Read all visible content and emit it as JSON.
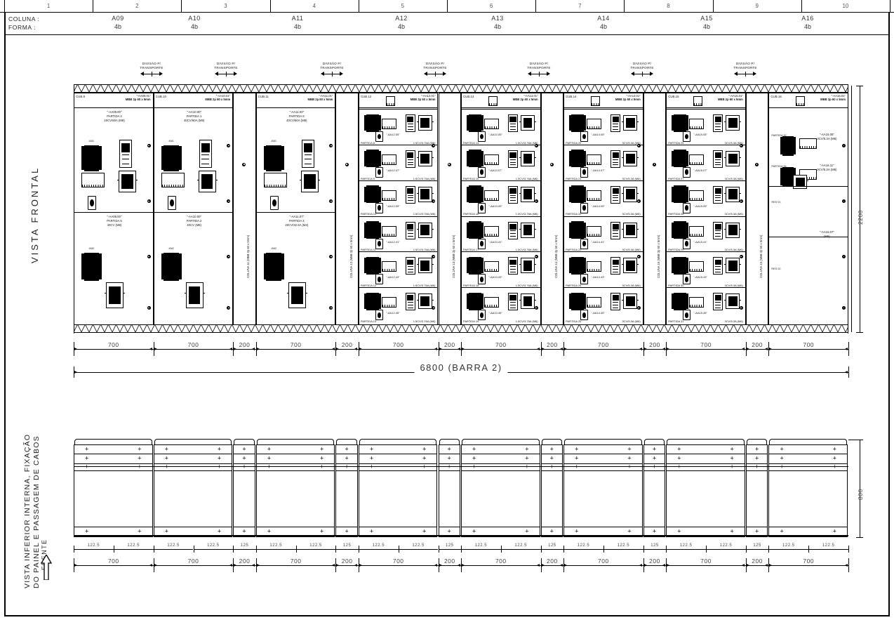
{
  "sheet": {
    "ruler_numbers": [
      "1",
      "2",
      "3",
      "4",
      "5",
      "6",
      "7",
      "8",
      "9",
      "10"
    ],
    "header": {
      "label_coluna": "COLUNA :",
      "label_forma": "FORMA  :",
      "columns": [
        {
          "name": "A09",
          "form": "4b"
        },
        {
          "name": "A10",
          "form": "4b"
        },
        {
          "name": "A11",
          "form": "4b"
        },
        {
          "name": "A12",
          "form": "4b"
        },
        {
          "name": "A13",
          "form": "4b"
        },
        {
          "name": "A14",
          "form": "4b"
        },
        {
          "name": "A15",
          "form": "4b"
        },
        {
          "name": "A16",
          "form": "4b"
        }
      ]
    },
    "views": {
      "front_title": "VISTA FRONTAL",
      "bottom_title_line1": "VISTA INFERIOR INTERNA, FIXAÇÃO",
      "bottom_title_line2": "DO PAINEL E PASSAGEM DE CABOS",
      "front_arrow_label": "FRENTE"
    },
    "division_marker": {
      "line1": "DIVISÃO P/",
      "line2": "TRANSPORTE",
      "count": 7
    },
    "elevation": {
      "height_dim": "2200",
      "overall_dim": "6800 (BARRA 2)",
      "busbar_text": "MBB 2p 60 x 5mm",
      "bays": [
        {
          "cub": "CUB.9",
          "tag": "-AA09.01",
          "width_mm": "700",
          "type": "wide",
          "sections": [
            {
              "tag": "-AA09.00",
              "name": "PARTIDA 4",
              "power": "40CV/60A (M8)"
            },
            {
              "tag": "-AA09.00",
              "name": "PARTIDA 5",
              "power": "40CV (M8)"
            }
          ]
        },
        {
          "cub": "CUB.10",
          "tag": "-AA10.01",
          "width_mm": "700",
          "type": "wide",
          "sections": [
            {
              "tag": "-AA10.00",
              "name": "PARTIDA 1",
              "power": "40CV/60A (M8)"
            },
            {
              "tag": "-AA10.00",
              "name": "PARTIDA 2",
              "power": "40CV (M8)"
            }
          ]
        },
        {
          "cub": "",
          "tag": "",
          "width_mm": "200",
          "type": "narrow",
          "vtext": "COLUNA 11 (MBB 2p 60 x 5mm)"
        },
        {
          "cub": "CUB.11",
          "tag": "-AA11.01",
          "width_mm": "700",
          "type": "wide",
          "sections": [
            {
              "tag": "-AA11.00",
              "name": "PARTIDA 6",
              "power": "40CV/60A (M8)"
            },
            {
              "tag": "-AA11.07",
              "name": "PARTIDA 3",
              "power": "20CV/32.6A (M2)"
            }
          ]
        },
        {
          "cub": "",
          "tag": "",
          "width_mm": "200",
          "type": "narrow",
          "vtext": "COLUNA 12 (MBB 2p 60 x 5mm)"
        },
        {
          "cub": "CUB.12",
          "tag": "-AA12.01",
          "width_mm": "700",
          "type": "starters",
          "power": "1.5CV/3.76A (M6)",
          "modules": [
            {
              "name": "PARTIDA 8",
              "tag": "-AA12.05"
            },
            {
              "name": "PARTIDA 9",
              "tag": "-AA12.07"
            },
            {
              "name": "PARTIDA 10",
              "tag": "-AA12.09"
            },
            {
              "name": "PARTIDA 11",
              "tag": "-AA12.41"
            },
            {
              "name": "PARTIDA 12",
              "tag": "-AA12.43"
            },
            {
              "name": "PARTIDA 13",
              "tag": "-AA12.45"
            }
          ]
        },
        {
          "cub": "",
          "tag": "",
          "width_mm": "200",
          "type": "narrow",
          "vtext": "COLUNA 13 (MBB 2p 60 x 5mm)"
        },
        {
          "cub": "CUB.13",
          "tag": "-AA13.01",
          "width_mm": "700",
          "type": "starters",
          "power": "1.5CV/3.76A (M6)",
          "modules": [
            {
              "name": "PARTIDA 14",
              "tag": "-AA13.05"
            },
            {
              "name": "PARTIDA 15",
              "tag": "-AA13.07"
            },
            {
              "name": "PARTIDA 16",
              "tag": "-AA13.09"
            },
            {
              "name": "PARTIDA 17",
              "tag": "-AA13.41"
            },
            {
              "name": "PARTIDA 18",
              "tag": "-AA13.43"
            },
            {
              "name": "PARTIDA 19",
              "tag": "-AA13.45"
            }
          ]
        },
        {
          "cub": "",
          "tag": "",
          "width_mm": "200",
          "type": "narrow",
          "vtext": "COLUNA 14 (MBB 2p 60 x 5mm)"
        },
        {
          "cub": "CUB.14",
          "tag": "-AA14.01",
          "width_mm": "700",
          "type": "starters",
          "power": "3CV/5.3A (M6)",
          "modules": [
            {
              "name": "PARTIDA 20",
              "tag": "-AA14.05"
            },
            {
              "name": "PARTIDA 21",
              "tag": "-AA14.07"
            },
            {
              "name": "PARTIDA 22",
              "tag": "-AA14.09"
            },
            {
              "name": "PARTIDA 23",
              "tag": "-AA14.41"
            },
            {
              "name": "PARTIDA 24",
              "tag": "-AA14.43"
            },
            {
              "name": "PARTIDA 25",
              "tag": "-AA14.45"
            }
          ]
        },
        {
          "cub": "",
          "tag": "",
          "width_mm": "200",
          "type": "narrow",
          "vtext": "COLUNA 15 (MBB 2p 60 x 5mm)"
        },
        {
          "cub": "CUB.15",
          "tag": "-AA15.01",
          "width_mm": "700",
          "type": "starters",
          "power": "3CV/5.3A (M6)",
          "modules": [
            {
              "name": "PARTIDA 26",
              "tag": "-AA15.05"
            },
            {
              "name": "PARTIDA 27",
              "tag": "-AA15.07"
            },
            {
              "name": "PARTIDA 28",
              "tag": "-AA15.09"
            },
            {
              "name": "PARTIDA 29",
              "tag": "-AA15.41"
            },
            {
              "name": "PARTIDA 30",
              "tag": "-AA15.43"
            },
            {
              "name": "PARTIDA 31",
              "tag": "-AA15.45"
            }
          ]
        },
        {
          "cub": "",
          "tag": "",
          "width_mm": "200",
          "type": "narrow",
          "vtext": "COLUNA 16 (MBB 2p 60 x 5mm)"
        },
        {
          "cub": "CUB.16",
          "tag": "-AA16.01",
          "width_mm": "700",
          "type": "mixed",
          "sections": [
            {
              "tag": "-AA16.05",
              "name": "PARTIDA 32",
              "power": "3CV/5.3A (M6)"
            },
            {
              "tag": "-AA16.11",
              "name": "PARTIDA 34",
              "power": "3CV/5.3A (M6)"
            },
            {
              "tag": "",
              "name": "RES 01",
              "power": ""
            },
            {
              "tag": "-AA16.07",
              "name": "",
              "power": "(M6)"
            },
            {
              "tag": "",
              "name": "RES 02",
              "power": ""
            }
          ]
        }
      ],
      "dims": [
        "700",
        "700",
        "200",
        "700",
        "200",
        "700",
        "200",
        "700",
        "200",
        "700",
        "200",
        "700",
        "200",
        "700"
      ]
    },
    "plan": {
      "height_dim": "800",
      "dims_major": [
        "700",
        "700",
        "200",
        "700",
        "200",
        "700",
        "200",
        "700",
        "200",
        "700",
        "200",
        "700",
        "200",
        "700"
      ],
      "dim_half_wide": "122.5",
      "dim_half_narrow": "125"
    }
  }
}
